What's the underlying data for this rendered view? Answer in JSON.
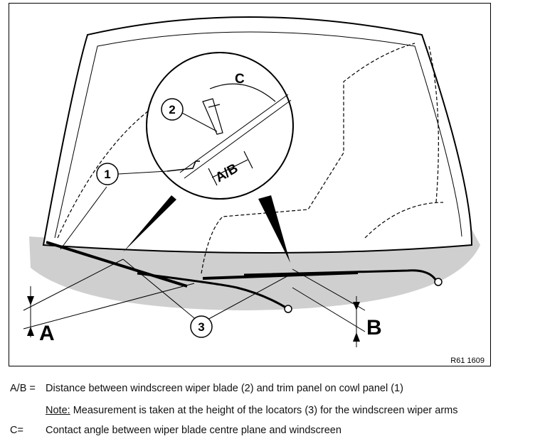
{
  "figure": {
    "reference_code": "R61 1609",
    "callouts": {
      "one": "1",
      "two": "2",
      "three": "3"
    },
    "dimension_labels": {
      "a": "A",
      "b": "B",
      "ab": "A/B",
      "c": "C"
    }
  },
  "legend": {
    "ab_key": "A/B =",
    "ab_text": "Distance between windscreen wiper blade (2) and trim panel on cowl panel (1)",
    "note_label": "Note:",
    "note_text": " Measurement is taken at the height of the locators (3) for the windscreen wiper arms",
    "c_key": "C=",
    "c_text": "Contact angle between wiper blade centre plane and windscreen"
  }
}
